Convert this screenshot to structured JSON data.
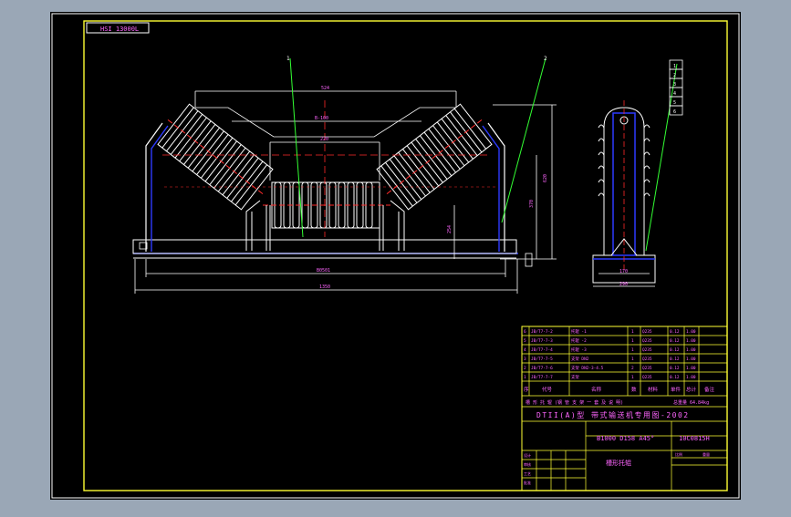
{
  "drawing": {
    "code_tag": "HSI 13000L",
    "main_view": {
      "dim_top": "524",
      "dim_beam": "B-100",
      "dim_center_roller": "220",
      "dim_height_right": "620",
      "dim_inner_height": "370",
      "dim_inner_height2": "254",
      "dim_base_inner": "B0501",
      "dim_base_overall": "1350",
      "leader_1": "1",
      "leader_2": "2"
    },
    "side_view": {
      "dim_lower": "170",
      "dim_upper": "290",
      "balloons": [
        "1",
        "2",
        "3",
        "4",
        "5",
        "6"
      ]
    }
  },
  "title_block": {
    "parts_rows": [
      [
        "6",
        "JB/T7-7-2",
        "托辊 -1",
        "1",
        "Q235",
        "0.12",
        "1.00"
      ],
      [
        "5",
        "JB/T7-7-3",
        "托辊 -2",
        "1",
        "Q235",
        "0.12",
        "1.00"
      ],
      [
        "4",
        "JB/T7-7-4",
        "托辊 -3",
        "1",
        "Q235",
        "0.12",
        "1.00"
      ],
      [
        "3",
        "JB/T7-7-5",
        "支架 DN2",
        "1",
        "Q235",
        "0.12",
        "1.00"
      ],
      [
        "2",
        "JB/T7-7-6",
        "支架 DN2-3-4.5",
        "2",
        "Q235",
        "0.12",
        "1.00"
      ],
      [
        "1",
        "JB/T7-7-7",
        "支架",
        "1",
        "Q235",
        "0.12",
        "1.00"
      ]
    ],
    "header_row": [
      "序",
      "代号",
      "名称",
      "数",
      "材料",
      "单件",
      "总计",
      "备注"
    ],
    "total_row": "槽 形 托 辊 (钢 管 支 架 一 套 及 说 明)",
    "total_weight": "总重量 64.84kg",
    "product_title": "DTII(A)型 带式输送机专用图-2002",
    "model_code": "B1000 D158 A45°",
    "drawing_number": "10C0815H",
    "part_name": "槽形托辊",
    "small_labels": [
      "设计",
      "审核",
      "工艺",
      "批准",
      "比例",
      "重量"
    ]
  }
}
